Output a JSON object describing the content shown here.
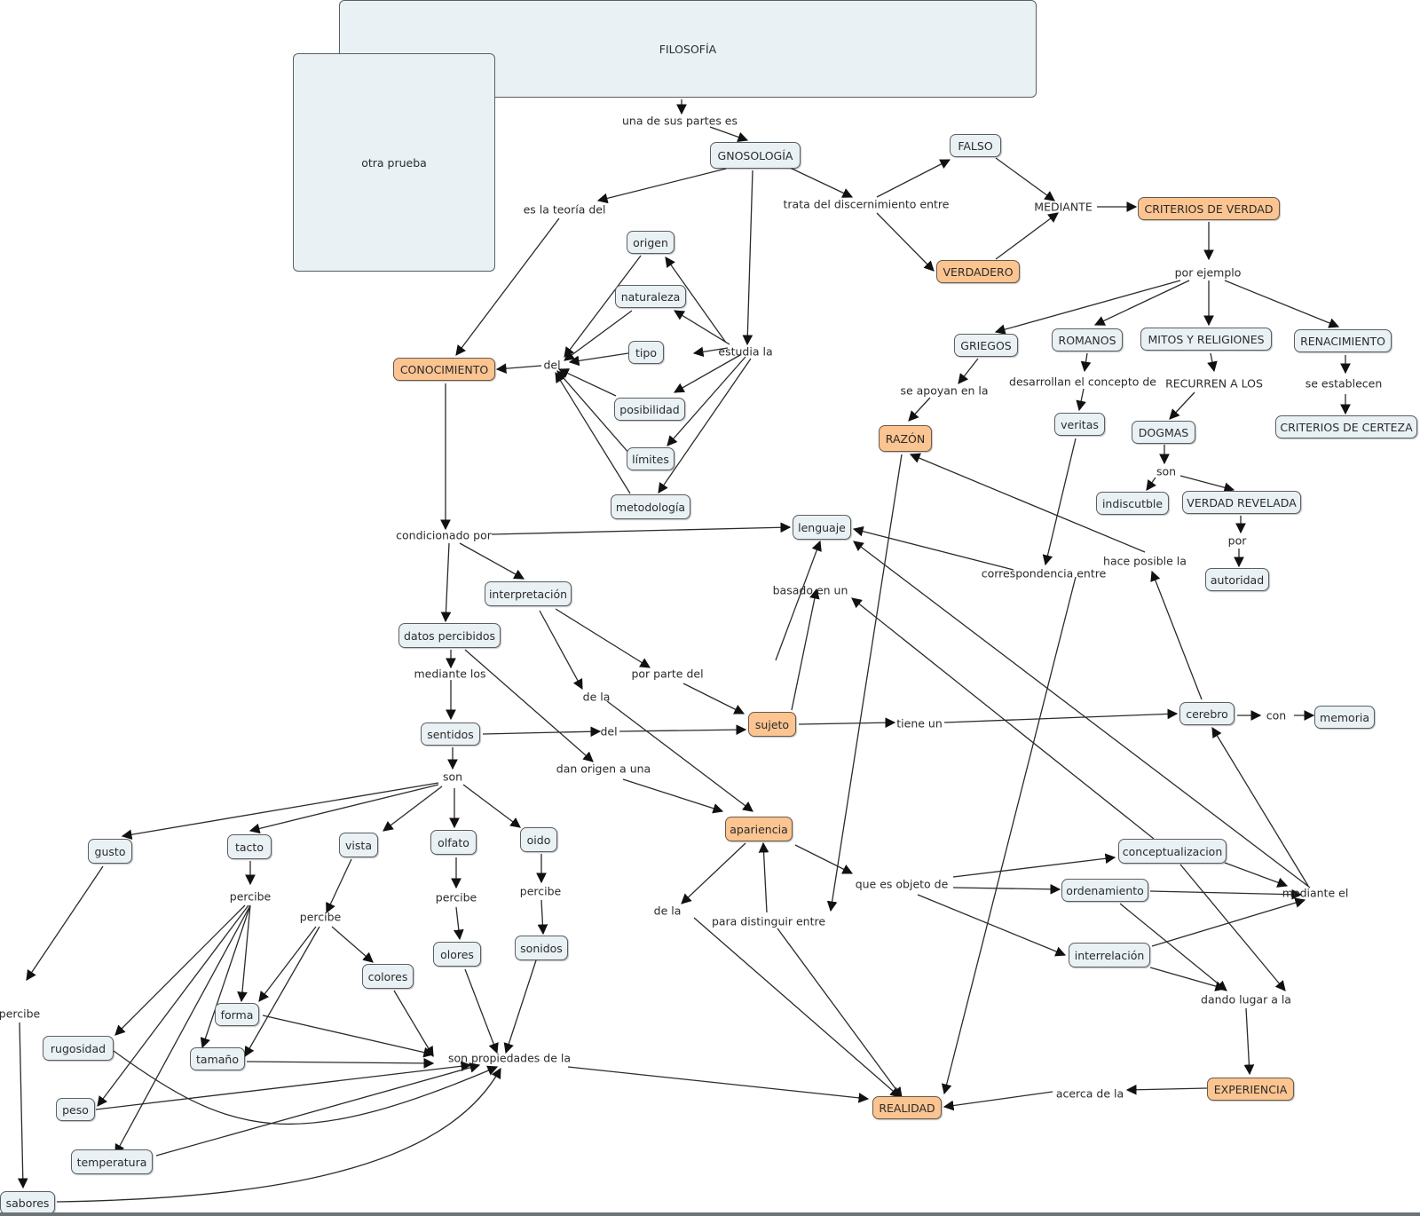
{
  "map": {
    "title_node": "FILOSOFÍA",
    "side_node": "otra prueba",
    "colors": {
      "concept_fill": "#e9f1f5",
      "highlight_fill": "#fbc490",
      "border": "#5a5f63",
      "edge": "#2b2b2b"
    }
  },
  "concepts": {
    "filosofia": "FILOSOFÍA",
    "otra_prueba": "otra prueba",
    "gnosologia": "GNOSOLOGÍA",
    "falso": "FALSO",
    "verdadero": "VERDADERO",
    "criterios_verdad": "CRITERIOS DE VERDAD",
    "griegos": "GRIEGOS",
    "romanos": "ROMANOS",
    "mitos": "MITOS Y RELIGIONES",
    "renacimiento": "RENACIMIENTO",
    "razon": "RAZÓN",
    "veritas": "veritas",
    "dogmas": "DOGMAS",
    "criterios_certeza": "CRITERIOS DE CERTEZA",
    "indiscutble": "indiscutble",
    "verdad_revelada": "VERDAD REVELADA",
    "autoridad": "autoridad",
    "origen": "origen",
    "naturaleza": "naturaleza",
    "tipo": "tipo",
    "posibilidad": "posibilidad",
    "limites": "límites",
    "metodologia": "metodología",
    "conocimiento": "CONOCIMIENTO",
    "lenguaje": "lenguaje",
    "interpretacion": "interpretación",
    "datos_percibidos": "datos percibidos",
    "sentidos": "sentidos",
    "sujeto": "sujeto",
    "cerebro": "cerebro",
    "memoria": "memoria",
    "apariencia": "apariencia",
    "conceptualizacion": "conceptualizacion",
    "ordenamiento": "ordenamiento",
    "interrelacion": "interrelación",
    "experiencia": "EXPERIENCIA",
    "realidad": "REALIDAD",
    "gusto": "gusto",
    "tacto": "tacto",
    "vista": "vista",
    "olfato": "olfato",
    "oido": "oido",
    "olores": "olores",
    "sonidos": "sonidos",
    "colores": "colores",
    "forma": "forma",
    "tamano": "tamaño",
    "rugosidad": "rugosidad",
    "peso": "peso",
    "temperatura": "temperatura",
    "sabores": "sabores"
  },
  "links": {
    "una_de_sus_partes": "una de sus partes es",
    "es_la_teoria": "es la teoría del",
    "trata_del": "trata del discernimiento entre",
    "mediante": "MEDIANTE",
    "por_ejemplo": "por ejemplo",
    "se_apoyan": "se apoyan en la",
    "desarrollan": "desarrollan el concepto de",
    "recurren": "RECURREN A LOS",
    "se_establecen": "se establecen",
    "son_dogmas": "son",
    "por_autoridad": "por",
    "estudia_la": "estudia la",
    "del_conoc": "del",
    "condicionado": "condicionado por",
    "basado_en": "basado en un",
    "correspondencia": "correspondencia entre",
    "hace_posible": "hace posible la",
    "mediante_los": "mediante los",
    "de_la_interp": "de la",
    "por_parte": "por parte del",
    "del_sentidos": "del",
    "tiene_un": "tiene un",
    "con_memoria": "con",
    "dan_origen": "dan origen a  una",
    "son_sentidos": "son",
    "percibe_tacto": "percibe",
    "percibe_vista": "percibe",
    "percibe_olfato": "percibe",
    "percibe_oido": "percibe",
    "percibe_gusto": "percibe",
    "que_es_objeto": "que es objeto de",
    "mediante_el": "mediante el",
    "de_la_apar": "de la",
    "para_distinguir": "para distinguir entre",
    "dando_lugar": "dando lugar a la",
    "acerca_de": "acerca de la",
    "son_propiedades": "son propiedades de la"
  }
}
